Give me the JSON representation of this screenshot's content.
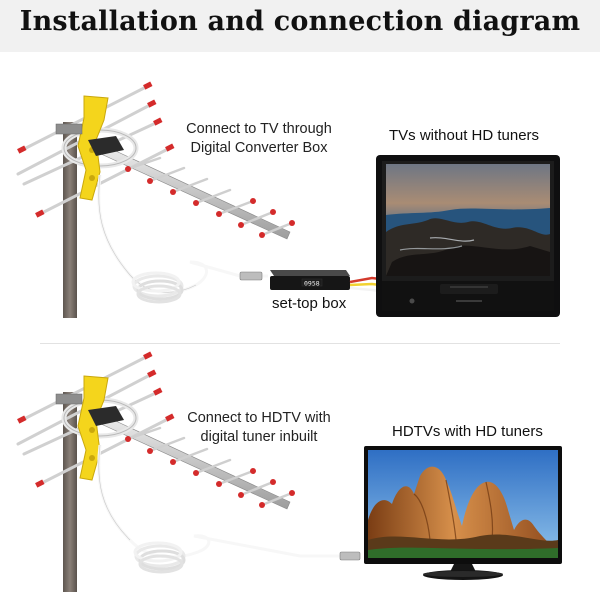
{
  "title": "Installation and connection diagram",
  "top": {
    "caption_line1": "Connect to TV through",
    "caption_line2": "Digital Converter Box",
    "tv_heading": "TVs without HD tuners",
    "box_label": "set-top box",
    "box_display": "0958"
  },
  "bottom": {
    "caption_line1": "Connect to HDTV with",
    "caption_line2": "digital tuner inbuilt",
    "tv_heading": "HDTVs with HD tuners"
  },
  "colors": {
    "antenna_bracket": "#f4d51c",
    "element_tip": "#d42b2b",
    "mast": "#756b62",
    "cable": "#f7f7f7"
  },
  "icons": [
    "yagi-antenna-icon",
    "set-top-box-icon",
    "crt-tv-icon",
    "hdtv-icon",
    "coax-cable-icon"
  ]
}
